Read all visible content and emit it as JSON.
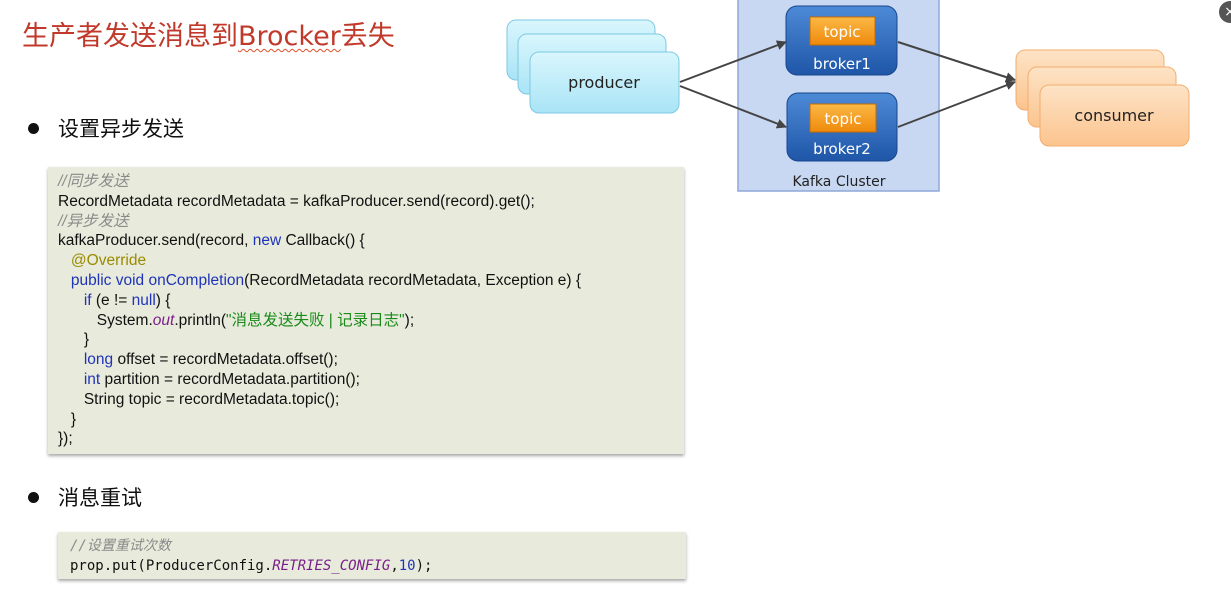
{
  "title": {
    "prefix": "生产者发送消息到",
    "underlined": "Brocker",
    "suffix": "丢失"
  },
  "bullets": {
    "async_send": "设置异步发送",
    "retry": "消息重试"
  },
  "code_async": {
    "lines": [
      "//同步发送",
      "RecordMetadata recordMetadata = kafkaProducer.send(record).get();",
      "//异步发送",
      "kafkaProducer.send(record, new Callback() {",
      "@Override",
      "public void onCompletion(RecordMetadata recordMetadata, Exception e) {",
      "if (e != null) {",
      "System.out.println(\"消息发送失败 | 记录日志\");",
      "}",
      "long offset = recordMetadata.offset();",
      "int partition = recordMetadata.partition();",
      "String topic = recordMetadata.topic();",
      "}",
      "});"
    ]
  },
  "code_retry": {
    "comment": "//设置重试次数",
    "code": "prop.put(ProducerConfig.RETRIES_CONFIG,10);"
  },
  "diagram": {
    "producer_label": "producer",
    "consumer_label": "consumer",
    "cluster_label": "Kafka Cluster",
    "brokers": [
      {
        "topic": "topic",
        "name": "broker1"
      },
      {
        "topic": "topic",
        "name": "broker2"
      }
    ]
  },
  "colors": {
    "title": "#c0392b",
    "producer_fill": "#bfeefa",
    "consumer_fill": "#fdd3a8",
    "broker_fill": "#2f6bbf",
    "topic_fill": "#f59a1a",
    "cluster_fill": "#c8d8f2"
  }
}
